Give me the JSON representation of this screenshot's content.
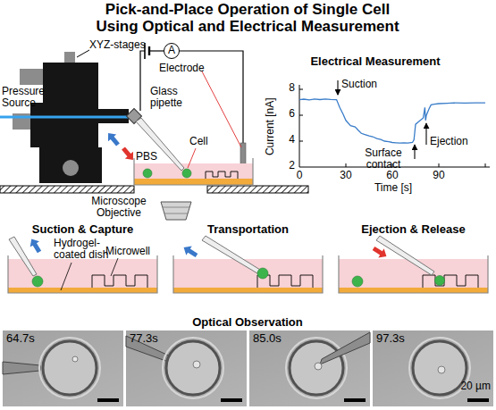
{
  "diagram": {
    "title": "Pick-and-Place Operation of Single Cell Using Optical and Electrical Measurement",
    "nodes": [
      {
        "text": [
          "A"
        ]
      },
      {
        "text": [
          "Suction & Capture"
        ]
      },
      {
        "text": [
          "Transportation"
        ]
      },
      {
        "text": [
          "Ejection & Release"
        ]
      },
      {
        "text": [
          "64.7s"
        ]
      },
      {
        "text": [
          "77.3s"
        ]
      },
      {
        "text": [
          "85.0s"
        ]
      },
      {
        "text": [
          "97.3s",
          "20 µm"
        ]
      }
    ],
    "labels": [
      "XYZ-stages",
      "Pressure Source",
      "Electrode",
      "Glass pipette",
      "Cell",
      "PBS",
      "Microscope Objective",
      "Electrical Measurement",
      "Current [nA]",
      "8",
      "6",
      "4",
      "2",
      "0",
      "30",
      "60",
      "90",
      "Time [s]",
      "Suction",
      "Surface contact",
      "Ejection",
      "Hydrogel- coated dish",
      "Microwell",
      "Optical Observation"
    ]
  }
}
